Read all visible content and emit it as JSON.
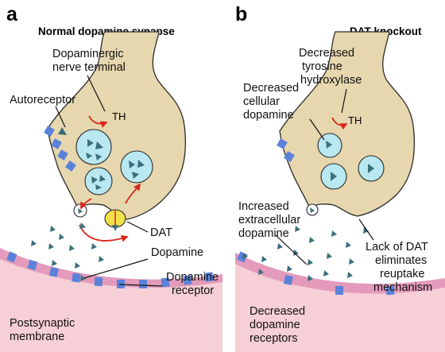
{
  "panel_a": {
    "letter": "a",
    "title": "Normal dopamine synapse",
    "labels": {
      "nerve_terminal_1": "Dopaminergic",
      "nerve_terminal_2": "nerve terminal",
      "autoreceptor": "Autoreceptor",
      "th": "TH",
      "dat": "DAT",
      "dopamine": "Dopamine",
      "dopamine_receptor_1": "Dopamine",
      "dopamine_receptor_2": "receptor",
      "postsynaptic_1": "Postsynaptic",
      "postsynaptic_2": "membrane"
    }
  },
  "panel_b": {
    "letter": "b",
    "title": "DAT knockout",
    "labels": {
      "tyrosine_1": "Decreased",
      "tyrosine_2": "tyrosine",
      "tyrosine_3": "hydroxylase",
      "cellular_1": "Decreased",
      "cellular_2": "cellular",
      "cellular_3": "dopamine",
      "th": "TH",
      "extracellular_1": "Increased",
      "extracellular_2": "extracellular",
      "extracellular_3": "dopamine",
      "lack_dat_1": "Lack of DAT",
      "lack_dat_2": "eliminates",
      "lack_dat_3": "reuptake",
      "lack_dat_4": "mechanism",
      "receptors_1": "Decreased",
      "receptors_2": "dopamine",
      "receptors_3": "receptors"
    }
  },
  "colors": {
    "terminal": "#e7d7ae",
    "vesicle": "#b9e8f1",
    "dopamine": "#3a6f7d",
    "receptor": "#5b82d9",
    "membrane": "#f7cfd6",
    "membrane_band": "#e49bbb",
    "arrow": "#d8261c",
    "dat": "#f0e04a"
  }
}
